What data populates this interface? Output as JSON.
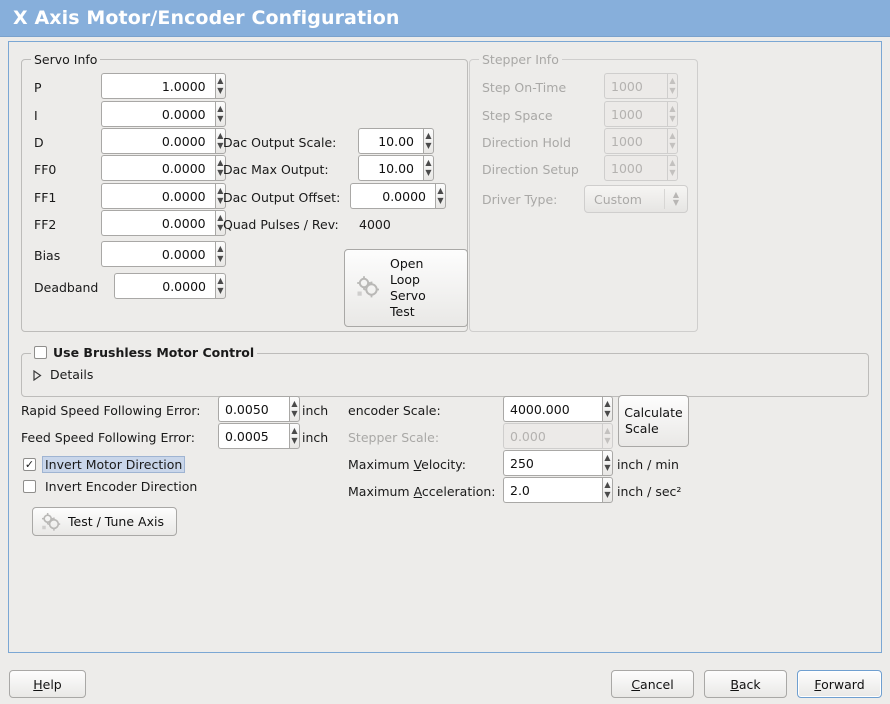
{
  "window": {
    "title": "X Axis Motor/Encoder Configuration",
    "title_bg": "#87afdb",
    "panel_border": "#7ba7d4",
    "bg": "#edecea"
  },
  "servo_info": {
    "legend": "Servo Info",
    "rows": [
      {
        "label": "P",
        "value": "1.0000"
      },
      {
        "label": "I",
        "value": "0.0000"
      },
      {
        "label": "D",
        "value": "0.0000"
      },
      {
        "label": "FF0",
        "value": "0.0000"
      },
      {
        "label": "FF1",
        "value": "0.0000"
      },
      {
        "label": "FF2",
        "value": "0.0000"
      },
      {
        "label": "Bias",
        "value": "0.0000"
      },
      {
        "label": "Deadband",
        "value": "0.0000"
      }
    ],
    "dac": [
      {
        "label": "Dac Output Scale:",
        "value": "10.00"
      },
      {
        "label": "Dac Max Output:",
        "value": "10.00"
      },
      {
        "label": "Dac Output Offset:",
        "value": "0.0000"
      }
    ],
    "quad_label": "Quad Pulses / Rev:",
    "quad_value": "4000",
    "open_loop_button": {
      "lines": [
        "Open",
        "Loop",
        "Servo",
        "Test"
      ],
      "icon": "gears-icon"
    }
  },
  "stepper_info": {
    "legend": "Stepper Info",
    "enabled": false,
    "rows": [
      {
        "label": "Step On-Time",
        "value": "1000"
      },
      {
        "label": "Step Space",
        "value": "1000"
      },
      {
        "label": "Direction Hold",
        "value": "1000"
      },
      {
        "label": "Direction Setup",
        "value": "1000"
      }
    ],
    "driver_type_label": "Driver Type:",
    "driver_type_value": "Custom"
  },
  "brushless": {
    "checkbox_label": "Use Brushless Motor Control",
    "checked": false,
    "details_label": "Details",
    "details_expanded": false
  },
  "tuning": {
    "rapid_label": "Rapid Speed Following Error:",
    "rapid_value": "0.0050",
    "rapid_unit": "inch",
    "feed_label": "Feed Speed Following Error:",
    "feed_value": "0.0005",
    "feed_unit": "inch",
    "invert_motor_label": "Invert Motor Direction",
    "invert_motor_checked": true,
    "invert_encoder_label": "Invert Encoder Direction",
    "invert_encoder_checked": false,
    "test_tune_label": "Test / Tune Axis"
  },
  "scales": {
    "encoder_label": "encoder Scale:",
    "encoder_value": "4000.000",
    "stepper_label": "Stepper Scale:",
    "stepper_value": "0.000",
    "stepper_enabled": false,
    "calculate_lines": [
      "Calculate",
      "Scale"
    ],
    "max_velocity_label_pre": "Maximum ",
    "max_velocity_label_mn": "V",
    "max_velocity_label_post": "elocity:",
    "max_velocity_value": "250",
    "max_velocity_unit": "inch / min",
    "max_accel_label_pre": "Maximum ",
    "max_accel_label_mn": "A",
    "max_accel_label_post": "cceleration:",
    "max_accel_value": "2.0",
    "max_accel_unit": "inch / sec²"
  },
  "footer": {
    "help_mn": "H",
    "help_rest": "elp",
    "cancel_mn": "C",
    "cancel_rest": "ancel",
    "back_mn": "B",
    "back_rest": "ack",
    "forward_mn": "F",
    "forward_rest": "orward",
    "forward_focused": true
  }
}
